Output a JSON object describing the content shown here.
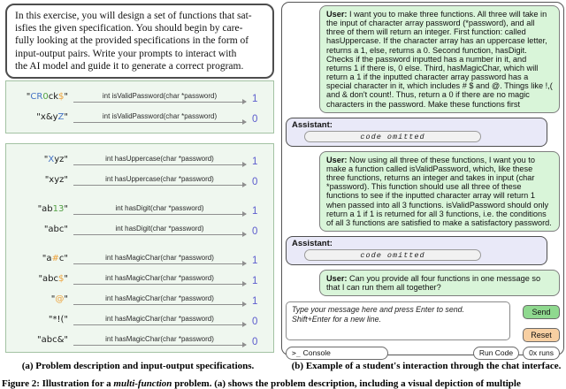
{
  "panel_a": {
    "description_lines": [
      "In this exercise, you will design a set of functions that sat-",
      "isfies the given specification. You should begin by care-",
      "fully looking at the provided specifications in the form of",
      "input-output pairs. Write your prompts to interact with",
      "the AI model and guide it to generate a correct program."
    ],
    "spec_box_1": {
      "groups": [
        {
          "rows": [
            {
              "input": [
                {
                  "t": "\"",
                  "c": "p"
                },
                {
                  "t": "CR",
                  "c": "u"
                },
                {
                  "t": "0",
                  "c": "d"
                },
                {
                  "t": "ck",
                  "c": "p"
                },
                {
                  "t": "$",
                  "c": "m"
                },
                {
                  "t": "\"",
                  "c": "p"
                }
              ],
              "sig": "int isValidPassword(char *password)",
              "out": "1"
            },
            {
              "input": [
                {
                  "t": "\"x&y",
                  "c": "p"
                },
                {
                  "t": "Z",
                  "c": "u"
                },
                {
                  "t": "\"",
                  "c": "p"
                }
              ],
              "sig": "int isValidPassword(char *password)",
              "out": "0"
            }
          ]
        }
      ]
    },
    "spec_box_2": {
      "groups": [
        {
          "rows": [
            {
              "input": [
                {
                  "t": "\"",
                  "c": "p"
                },
                {
                  "t": "X",
                  "c": "u"
                },
                {
                  "t": "yz\"",
                  "c": "p"
                }
              ],
              "sig": "int hasUppercase(char *password)",
              "out": "1"
            },
            {
              "input": [
                {
                  "t": "\"xyz\"",
                  "c": "p"
                }
              ],
              "sig": "int hasUppercase(char *password)",
              "out": "0"
            }
          ]
        },
        {
          "rows": [
            {
              "input": [
                {
                  "t": "\"ab",
                  "c": "p"
                },
                {
                  "t": "13",
                  "c": "d"
                },
                {
                  "t": "\"",
                  "c": "p"
                }
              ],
              "sig": "int hasDigit(char *password)",
              "out": "1"
            },
            {
              "input": [
                {
                  "t": "\"abc\"",
                  "c": "p"
                }
              ],
              "sig": "int hasDigit(char *password)",
              "out": "0"
            }
          ]
        },
        {
          "rows": [
            {
              "input": [
                {
                  "t": "\"a",
                  "c": "p"
                },
                {
                  "t": "#",
                  "c": "m"
                },
                {
                  "t": "c\"",
                  "c": "p"
                }
              ],
              "sig": "int hasMagicChar(char *password)",
              "out": "1"
            },
            {
              "input": [
                {
                  "t": "\"abc",
                  "c": "p"
                },
                {
                  "t": "$",
                  "c": "m"
                },
                {
                  "t": "\"",
                  "c": "p"
                }
              ],
              "sig": "int hasMagicChar(char *password)",
              "out": "1"
            },
            {
              "input": [
                {
                  "t": "\"",
                  "c": "p"
                },
                {
                  "t": "@",
                  "c": "m"
                },
                {
                  "t": "\"",
                  "c": "p"
                }
              ],
              "sig": "int hasMagicChar(char *password)",
              "out": "1"
            },
            {
              "input": [
                {
                  "t": "\"*!(\"",
                  "c": "p"
                }
              ],
              "sig": "int hasMagicChar(char *password)",
              "out": "0"
            },
            {
              "input": [
                {
                  "t": "\"abc&\"",
                  "c": "p"
                }
              ],
              "sig": "int hasMagicChar(char *password)",
              "out": "0"
            }
          ]
        }
      ]
    },
    "caption": "(a) Problem description and input-output specifications."
  },
  "panel_b": {
    "user_label": "User:",
    "assistant_label": "Assistant:",
    "code_omitted": "code omitted",
    "messages": [
      {
        "role": "user",
        "text": "I want you to make three functions.  All three will take in the input of character array password (*password), and all three of them will return an integer.  First function: called hasUppercase. If the character array has an uppercase letter, returns a 1, else, returns a 0.  Second function, hasDigit.  Checks if the password inputted has a number in it, and returns 1 if there is, 0 else.  Third, hasMagicChar, which will return a 1 if the inputted character array password has a special character in it, which includes # $ and @. Things like !,( and & don't count!.  Thus, return a 0 if there are no magic characters in the password.  Make these functions first"
      },
      {
        "role": "assistant"
      },
      {
        "role": "user",
        "text": "Now using all three of these functions, I want you to make a function called isValidPassword, which, like these three functions, returns an integer and takes in input (char *password).  This function should use all three of these functions to see if the inputted character array will return 1 when passed into all 3 functions.  isValidPassword should only return a 1 if 1 is returned for all 3 functions, i.e.  the conditions of all 3 functions are satisfied to make a satisfactory password."
      },
      {
        "role": "assistant"
      },
      {
        "role": "user",
        "text": "Can you provide all four functions in one message so that I can run them all together?"
      }
    ],
    "input": {
      "placeholder_line1": "Type your message here and press Enter to send.",
      "placeholder_line2": "Shift+Enter for a new line."
    },
    "buttons": {
      "send": "Send",
      "reset": "Reset",
      "run_code": "Run Code",
      "runs": "0x runs"
    },
    "console": {
      "icon": ">_",
      "label": "Console"
    },
    "caption": "(b) Example of a student's interaction through the chat interface."
  },
  "figure_caption": {
    "prefix": "Figure 2: Illustration for a ",
    "italic": "multi-function",
    "suffix": " problem. (a) shows the problem description, including a visual depiction of multiple"
  },
  "colors": {
    "uppercase_blue": "#4472c4",
    "digit_green": "#53a045",
    "magic_orange": "#eda33d",
    "result_blue": "#5c5ccd",
    "user_bubble": "#d9f5d9",
    "assistant_bubble": "#e9e9f8",
    "spec_box_bg": "#eff7ef",
    "send_green": "#8fd98f",
    "reset_peach": "#f7cfa2"
  }
}
